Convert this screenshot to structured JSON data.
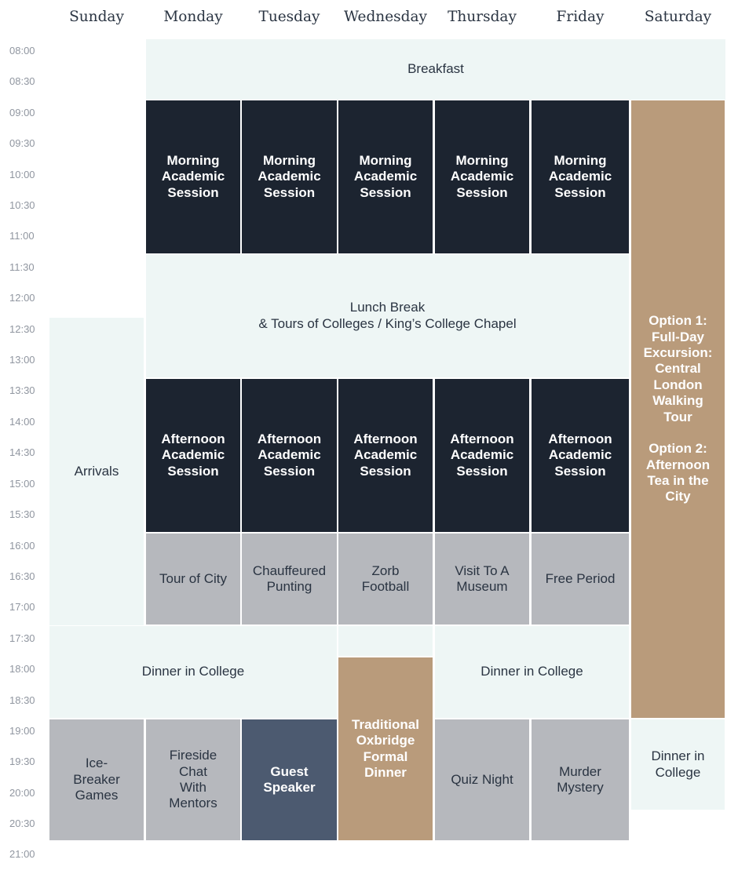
{
  "days": [
    "Sunday",
    "Monday",
    "Tuesday",
    "Wednesday",
    "Thursday",
    "Friday",
    "Saturday"
  ],
  "times": [
    "08:00",
    "08:30",
    "09:00",
    "09:30",
    "10:00",
    "10:30",
    "11:00",
    "11:30",
    "12:00",
    "12:30",
    "13:00",
    "13:30",
    "14:00",
    "14:30",
    "15:00",
    "15:30",
    "16:00",
    "16:30",
    "17:00",
    "17:30",
    "18:00",
    "18:30",
    "19:00",
    "19:30",
    "20:00",
    "20:30",
    "21:00"
  ],
  "events": {
    "breakfast": "Breakfast",
    "lunch": "Lunch Break\n& Tours of Colleges / King’s College Chapel",
    "arrivals": "Arrivals",
    "morning": "Morning\nAcademic\nSession",
    "afternoon": "Afternoon\nAcademic\nSession",
    "tour_city": "Tour of City",
    "punting": "Chauffeured\nPunting",
    "zorb": "Zorb\nFootball",
    "museum": "Visit To A\nMuseum",
    "free_period": "Free Period",
    "dinner_1": "Dinner in College",
    "dinner_2": "Dinner in College",
    "dinner_sat": "Dinner in\nCollege",
    "saturday_excursion": "Option 1:\nFull-Day\nExcursion:\nCentral\nLondon\nWalking\nTour\n\nOption 2:\nAfternoon\nTea in the\nCity",
    "icebreaker": "Ice-\nBreaker\nGames",
    "fireside": "Fireside\nChat\nWith\nMentors",
    "guest_speaker": "Guest\nSpeaker",
    "formal_dinner": "Traditional\nOxbridge\nFormal\nDinner",
    "quiz": "Quiz Night",
    "murder": "Murder\nMystery"
  }
}
